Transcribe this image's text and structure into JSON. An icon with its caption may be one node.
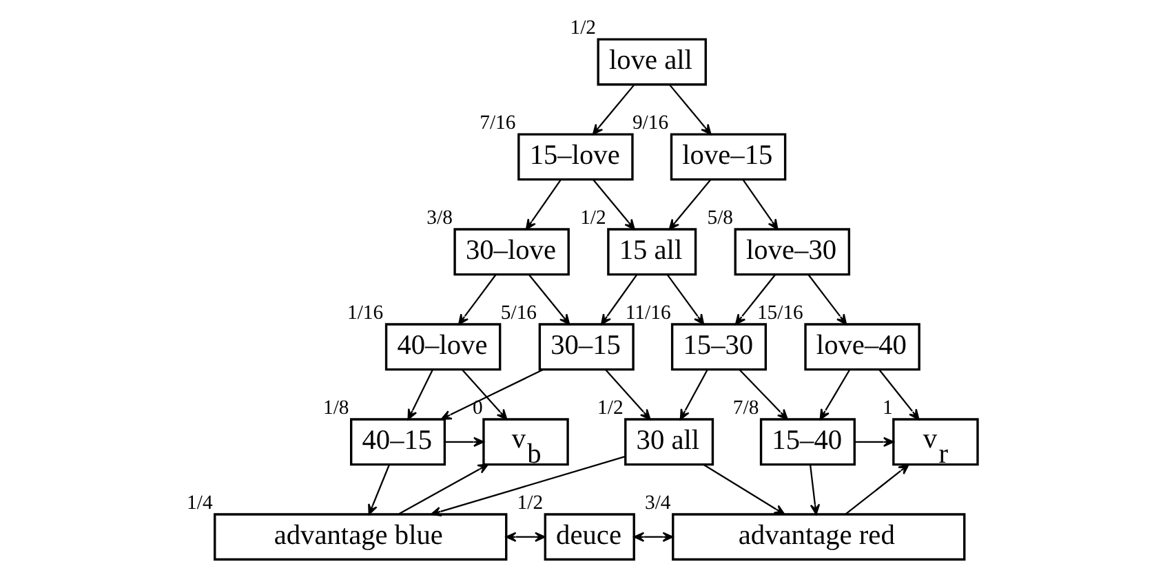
{
  "diagram": {
    "nodes": [
      {
        "text": [
          "love all"
        ],
        "beside": [
          "1/2"
        ]
      },
      {
        "text": [
          "15–love"
        ],
        "beside": [
          "7/16"
        ]
      },
      {
        "text": [
          "love–15"
        ],
        "beside": [
          "9/16"
        ]
      },
      {
        "text": [
          "30–love"
        ],
        "beside": [
          "3/8"
        ]
      },
      {
        "text": [
          "15 all"
        ],
        "beside": [
          "1/2"
        ]
      },
      {
        "text": [
          "love–30"
        ],
        "beside": [
          "5/8"
        ]
      },
      {
        "text": [
          "40–love"
        ],
        "beside": [
          "1/16"
        ]
      },
      {
        "text": [
          "30–15"
        ],
        "beside": [
          "5/16"
        ]
      },
      {
        "text": [
          "15–30"
        ],
        "beside": [
          "11/16"
        ]
      },
      {
        "text": [
          "love–40"
        ],
        "beside": [
          "15/16"
        ]
      },
      {
        "text": [
          "v$_{b}$"
        ],
        "beside": [
          "0"
        ]
      },
      {
        "text": [
          "40–15"
        ],
        "beside": [
          "1/8"
        ]
      },
      {
        "text": [
          "30 all"
        ],
        "beside": [
          "1/2"
        ]
      },
      {
        "text": [
          "15–40"
        ],
        "beside": [
          "7/8"
        ]
      },
      {
        "text": [
          "v$_{r}$"
        ],
        "beside": [
          "1"
        ]
      },
      {
        "text": [
          "advantage blue"
        ],
        "beside": [
          "1/4"
        ]
      },
      {
        "text": [
          "deuce"
        ],
        "beside": [
          "1/2"
        ]
      },
      {
        "text": [
          "advantage red"
        ],
        "beside": [
          "3/4"
        ]
      }
    ],
    "edges": [
      {
        "from": 0,
        "to": 1,
        "arrow": "to"
      },
      {
        "from": 0,
        "to": 2,
        "arrow": "to"
      },
      {
        "from": 1,
        "to": 3,
        "arrow": "to"
      },
      {
        "from": 1,
        "to": 4,
        "arrow": "to"
      },
      {
        "from": 2,
        "to": 4,
        "arrow": "to"
      },
      {
        "from": 2,
        "to": 5,
        "arrow": "to"
      },
      {
        "from": 3,
        "to": 6,
        "arrow": "to"
      },
      {
        "from": 3,
        "to": 7,
        "arrow": "to"
      },
      {
        "from": 4,
        "to": 7,
        "arrow": "to"
      },
      {
        "from": 4,
        "to": 8,
        "arrow": "to"
      },
      {
        "from": 5,
        "to": 8,
        "arrow": "to"
      },
      {
        "from": 5,
        "to": 9,
        "arrow": "to"
      },
      {
        "from": 6,
        "to": 10,
        "arrow": "to"
      },
      {
        "from": 6,
        "to": 11,
        "arrow": "to"
      },
      {
        "from": 7,
        "to": 11,
        "arrow": "to"
      },
      {
        "from": 7,
        "to": 12,
        "arrow": "to"
      },
      {
        "from": 8,
        "to": 12,
        "arrow": "to"
      },
      {
        "from": 8,
        "to": 13,
        "arrow": "to"
      },
      {
        "from": 9,
        "to": 13,
        "arrow": "to"
      },
      {
        "from": 9,
        "to": 14,
        "arrow": "to"
      },
      {
        "from": 11,
        "to": 10,
        "arrow": "to"
      },
      {
        "from": 11,
        "to": 15,
        "arrow": "to"
      },
      {
        "from": 12,
        "to": 15,
        "arrow": "to"
      },
      {
        "from": 12,
        "to": 17,
        "arrow": "to"
      },
      {
        "from": 13,
        "to": 14,
        "arrow": "to"
      },
      {
        "from": 13,
        "to": 17,
        "arrow": "to"
      },
      {
        "from": 15,
        "to": 10,
        "arrow": "to"
      },
      {
        "from": 15,
        "to": 16,
        "arrow": "both"
      },
      {
        "from": 16,
        "to": 17,
        "arrow": "both"
      },
      {
        "from": 17,
        "to": 14,
        "arrow": "to"
      }
    ]
  }
}
